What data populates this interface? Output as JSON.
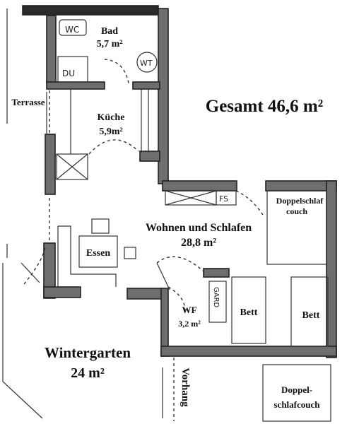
{
  "rooms": {
    "bad": {
      "name": "Bad",
      "area": "5,7 m²"
    },
    "kueche": {
      "name": "Küche",
      "area": "5,9m²"
    },
    "wohnen": {
      "name": "Wohnen und Schlafen",
      "area": "28,8 m²"
    },
    "wf": {
      "name": "WF",
      "area": "3,2 m²"
    },
    "wintergarten": {
      "name": "Wintergarten",
      "area": "24 m²"
    }
  },
  "total": "Gesamt 46,6 m²",
  "labels": {
    "terrasse": "Terrasse",
    "essen": "Essen",
    "bett_1": "Bett",
    "bett_2": "Bett",
    "doppelschlafcouch_top_1": "Doppelschlaf",
    "doppelschlafcouch_top_2": "couch",
    "doppelschlafcouch_bottom_1": "Doppel-",
    "doppelschlafcouch_bottom_2": "schlafcouch",
    "vorhang": "Vorhang"
  },
  "fixtures": {
    "wc": "WC",
    "du": "DU",
    "wt": "WT",
    "fs": "FS",
    "gard": "GARD"
  }
}
